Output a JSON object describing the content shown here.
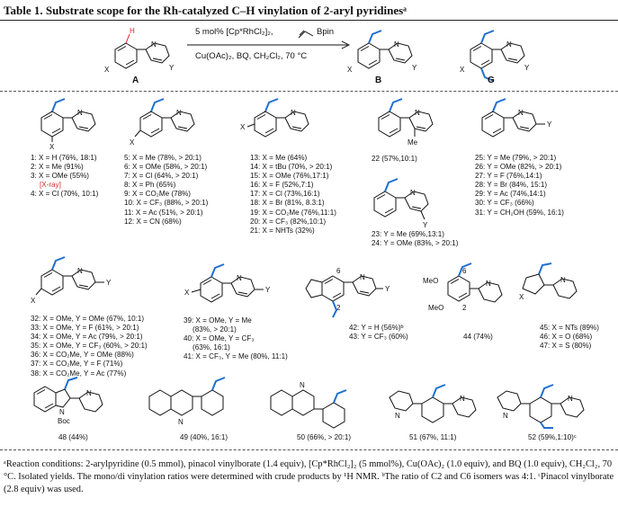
{
  "title": "Table 1. Substrate scope for the Rh-catalyzed C–H vinylation of 2-aryl pyridinesᵃ",
  "scheme": {
    "reagents_top": "5 mol% [Cp*RhCl₂]₂,",
    "reagent_boron": "Bpin",
    "reagents_bottom": "Cu(OAc)₂, BQ, CH₂Cl₂, 70 °C",
    "label_A": "A",
    "label_B": "B",
    "label_G": "G",
    "atom_H": "H",
    "atom_N": "N",
    "atom_X": "X",
    "atom_Y": "Y"
  },
  "atoms": {
    "N": "N",
    "X": "X",
    "Y": "Y",
    "Me": "Me",
    "MeO": "MeO",
    "Boc": "Boc",
    "n2": "2",
    "n6": "6"
  },
  "entries": {
    "g1": [
      "1: X = H (76%, 18:1)",
      "2: X = Me (91%)",
      "3: X = OMe (55%)"
    ],
    "g1_xray": "[X-ray]",
    "g1_4": "4: X = Cl (70%, 10:1)",
    "g2": [
      "5: X = Me (78%, > 20:1)",
      "6: X = OMe (58%, > 20:1)",
      "7: X = Cl (64%, > 20:1)",
      "8: X = Ph (65%)",
      "9: X = CO₂Me (78%)",
      "10: X = CF₃ (88%, > 20:1)",
      "11: X = Ac (51%, > 20:1)",
      "12: X = CN (68%)"
    ],
    "g3": [
      "13: X = Me (64%)",
      "14: X = tBu (70%, > 20:1)",
      "15: X = OMe (76%,17:1)",
      "16: X = F (52%,7:1)",
      "17: X = Cl (73%,16:1)",
      "18: X = Br (81%, 8.3:1)",
      "19: X = CO₂Me (76%,11:1)",
      "20: X = CF₃ (82%,10:1)",
      "21: X = NHTs (32%)"
    ],
    "e22": "22 (57%,10:1)",
    "g4": [
      "23: Y = Me (69%,13:1)",
      "24: Y = OMe (83%, > 20:1)"
    ],
    "g5": [
      "25: Y = Me (79%, > 20:1)",
      "26: Y = OMe (82%, > 20:1)",
      "27: Y = F (76%,14:1)",
      "28: Y = Br (84%, 15:1)",
      "29: Y = Ac (74%,14:1)",
      "30: Y = CF₃ (66%)",
      "31: Y = CH₂OH (59%, 16:1)"
    ],
    "g6": [
      "32: X = OMe, Y = OMe (67%, 10:1)",
      "33: X = OMe, Y = F (61%, > 20:1)",
      "34: X = OMe, Y = Ac (79%, > 20:1)",
      "35: X = OMe, Y = CF₃ (60%, > 20:1)",
      "36: X = CO₂Me, Y = OMe (88%)",
      "37: X = CO₂Me, Y = F (71%)",
      "38: X = CO₂Me, Y = Ac (77%)"
    ],
    "g7": [
      "39: X = OMe, Y = Me",
      "(83%, > 20:1)",
      "40: X = OMe, Y = CF₃",
      "(63%, 16:1)",
      "41: X = CF₃, Y = Me (80%, 11:1)"
    ],
    "g8": [
      "42: Y = H (56%)ᵇ",
      "43: Y = CF₃ (60%)"
    ],
    "e44": "44 (74%)",
    "g9": [
      "45: X = NTs (89%)",
      "46: X = O (68%)",
      "47: X = S (80%)"
    ],
    "e48": "48 (44%)",
    "e49": "49 (40%, 16:1)",
    "e50": "50 (66%, > 20:1)",
    "e51": "51 (67%, 11:1)",
    "e52": "52 (59%,1:10)ᶜ"
  },
  "footnote": "ᵃReaction conditions: 2-arylpyridine (0.5 mmol), pinacol vinylborate (1.4 equiv), [Cp*RhCl₂]₂ (5 mmol%), Cu(OAc)₂ (1.0 equiv), and BQ (1.0 equiv), CH₂Cl₂, 70 °C. Isolated yields. The mono/di vinylation ratios were determined with crude products by ¹H NMR. ᵇThe ratio of C2 and C6 isomers was 4:1. ᶜPinacol vinylborate (2.8 equiv) was used."
}
